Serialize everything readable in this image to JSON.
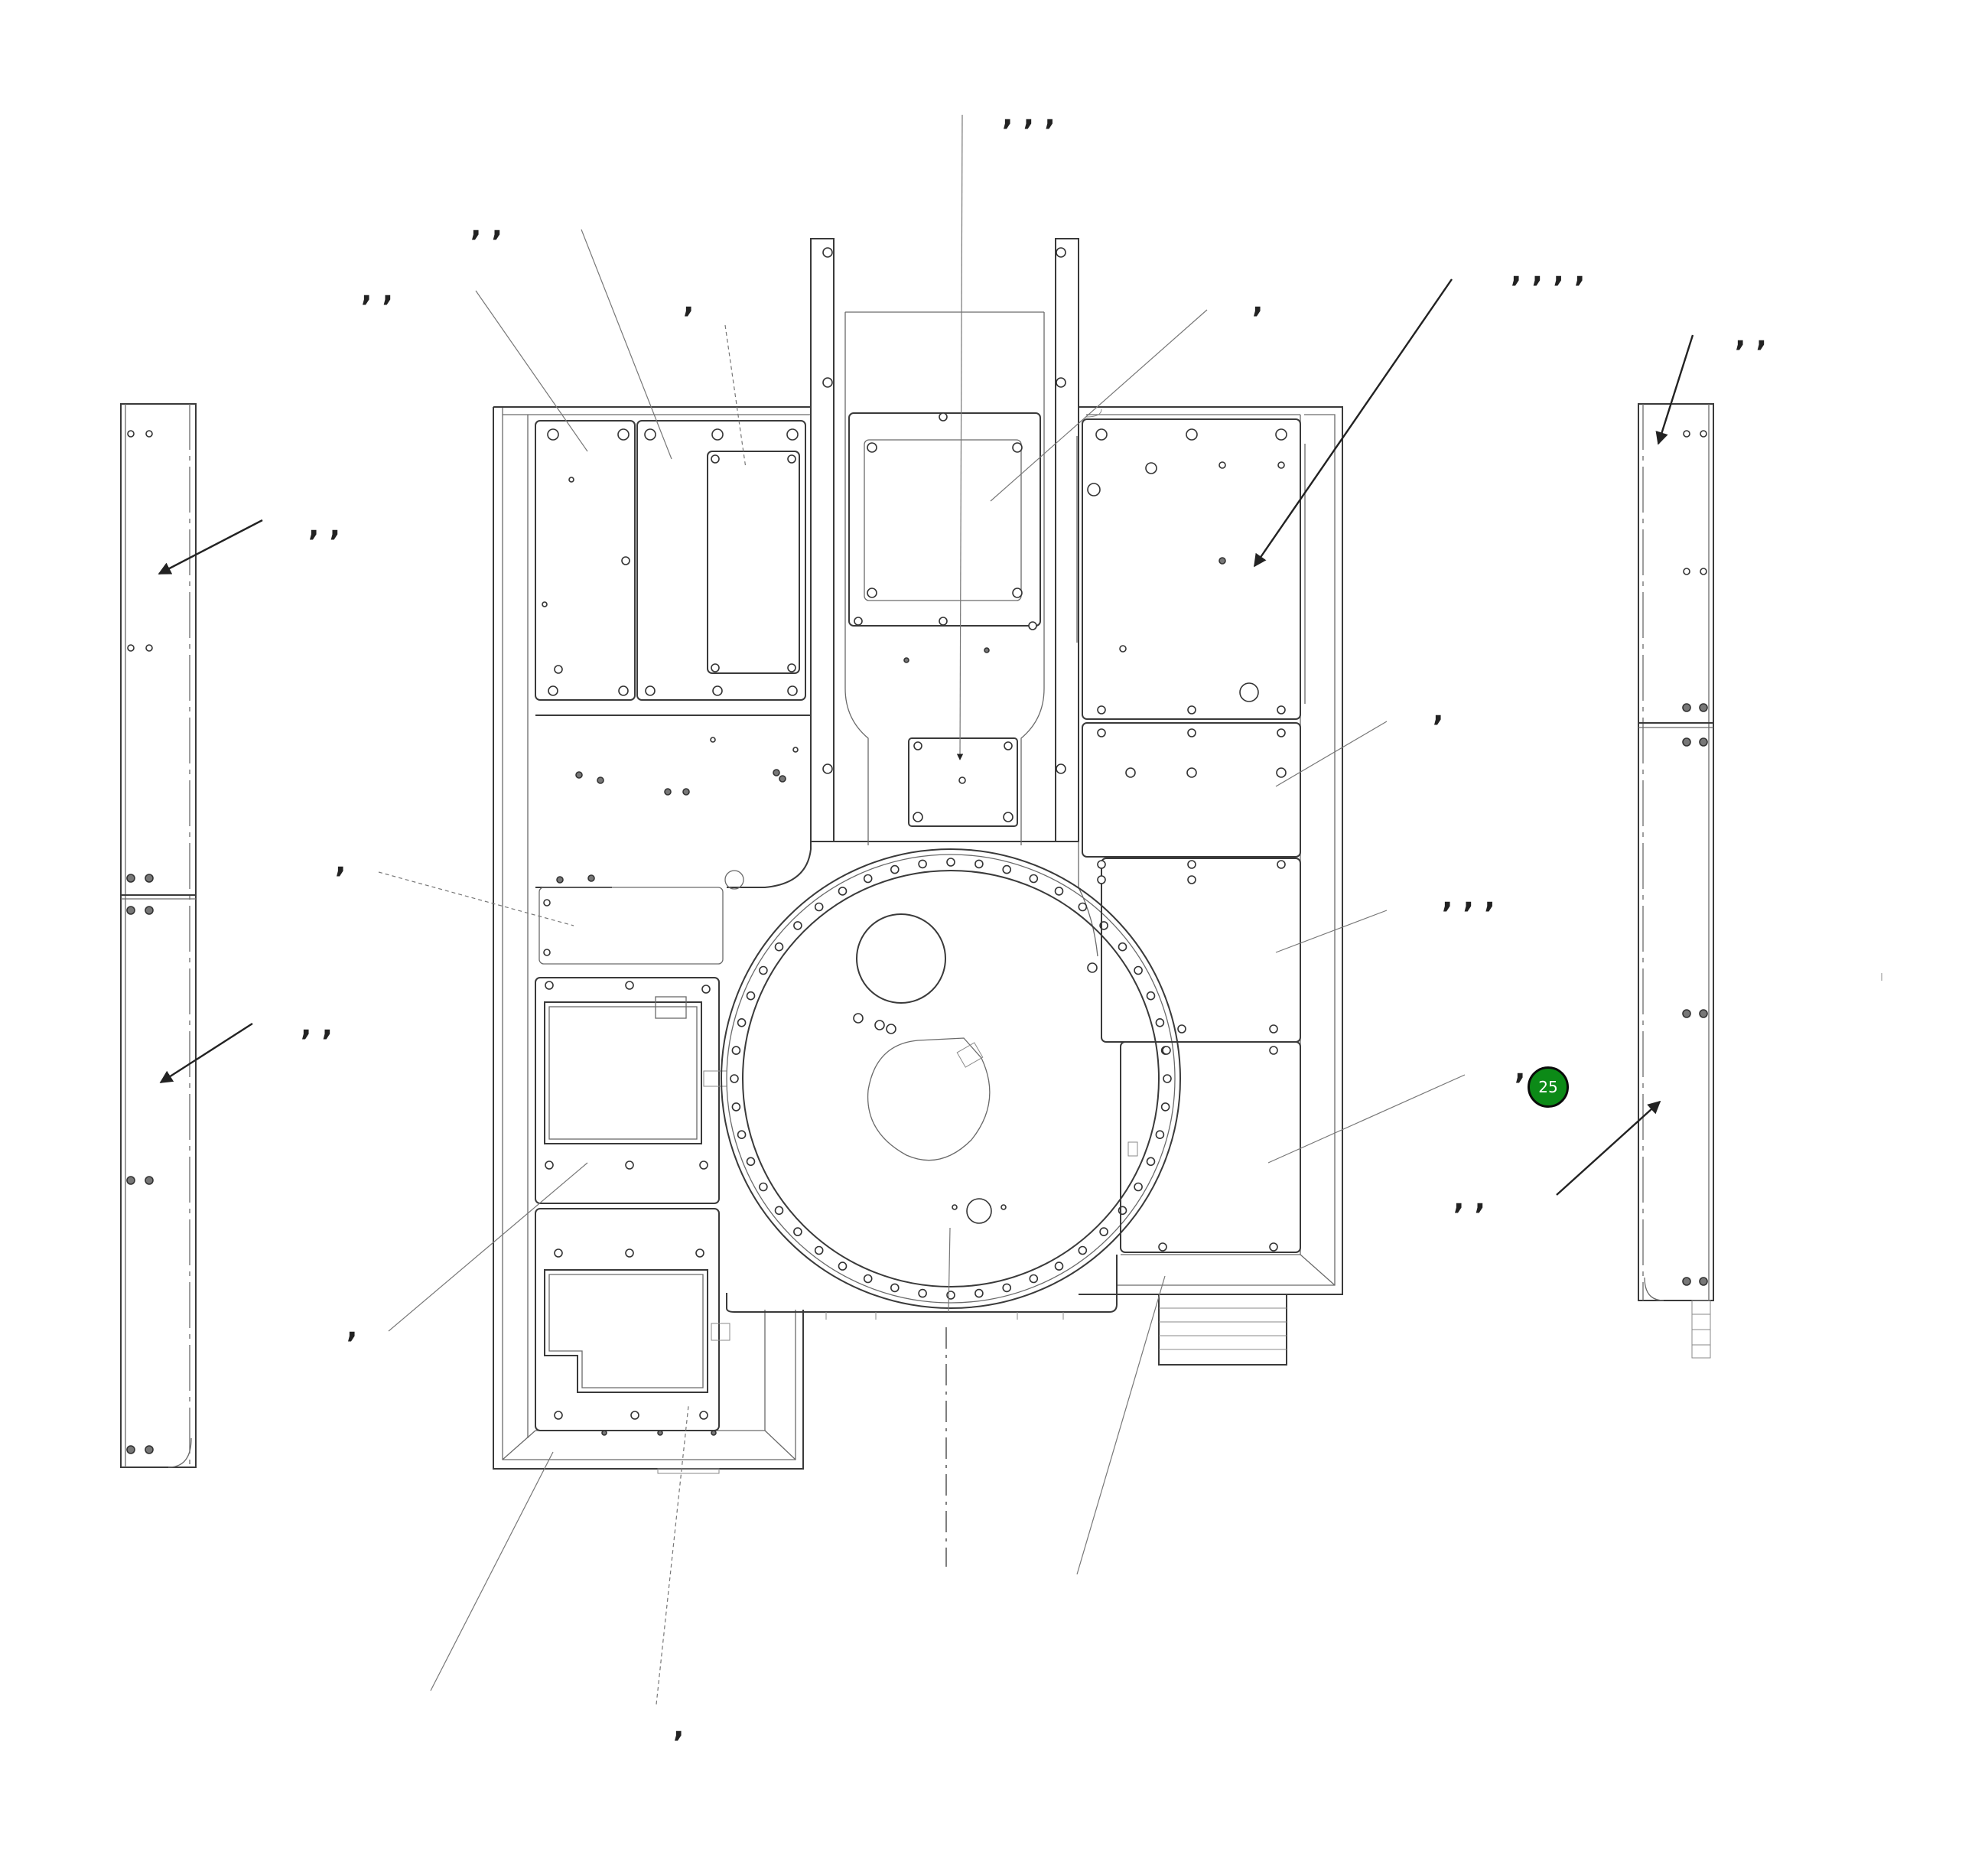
{
  "callouts": [
    {
      "id": "c1",
      "text": ", , ,"
    },
    {
      "id": "c2",
      "text": ", ,"
    },
    {
      "id": "c3",
      "text": ", ,"
    },
    {
      "id": "c4",
      "text": ","
    },
    {
      "id": "c5",
      "text": ","
    },
    {
      "id": "c6",
      "text": ", , , ,"
    },
    {
      "id": "c7",
      "text": ", ,"
    },
    {
      "id": "c8",
      "text": ", ,"
    },
    {
      "id": "c9",
      "text": ","
    },
    {
      "id": "c10",
      "text": ","
    },
    {
      "id": "c11",
      "text": ", , ,"
    },
    {
      "id": "c12",
      "text": ", ,"
    },
    {
      "id": "c13",
      "text": ","
    },
    {
      "id": "c14",
      "text": ", ,"
    },
    {
      "id": "c15",
      "text": ","
    },
    {
      "id": "c16",
      "text": ","
    }
  ],
  "marker": {
    "label": "25",
    "color": "#0c8a17"
  }
}
